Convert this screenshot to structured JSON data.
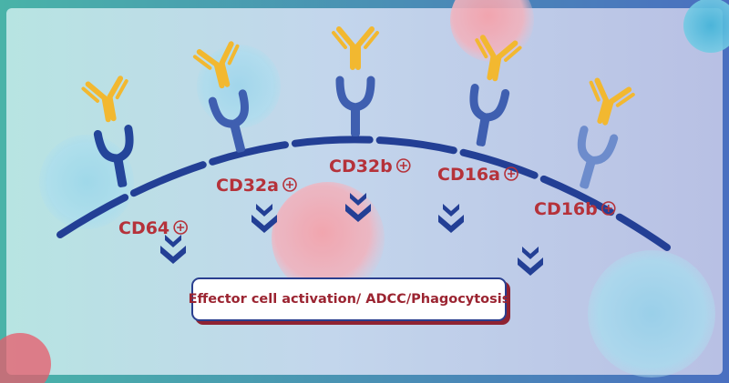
{
  "colors": {
    "receptor_dark": "#24459a",
    "receptor_mid": "#3f5fb0",
    "receptor_light": "#6d8ccc",
    "antibody": "#f2b830",
    "label_red": "#b5323a",
    "membrane": "#233f95",
    "frame_teal": "#49b3a8",
    "frame_blue": "#4a6fc0"
  },
  "diagram": {
    "receptors": [
      {
        "name": "CD64",
        "charge": "+",
        "icon": "plus-circle-icon"
      },
      {
        "name": "CD32a",
        "charge": "+",
        "icon": "plus-circle-icon"
      },
      {
        "name": "CD32b",
        "charge": "+",
        "icon": "plus-circle-icon"
      },
      {
        "name": "CD16a",
        "charge": "+",
        "icon": "plus-circle-icon"
      },
      {
        "name": "CD16b",
        "charge": "+",
        "icon": "plus-circle-icon"
      }
    ],
    "effect": "Effector cell activation/ ADCC/Phagocytosis"
  }
}
